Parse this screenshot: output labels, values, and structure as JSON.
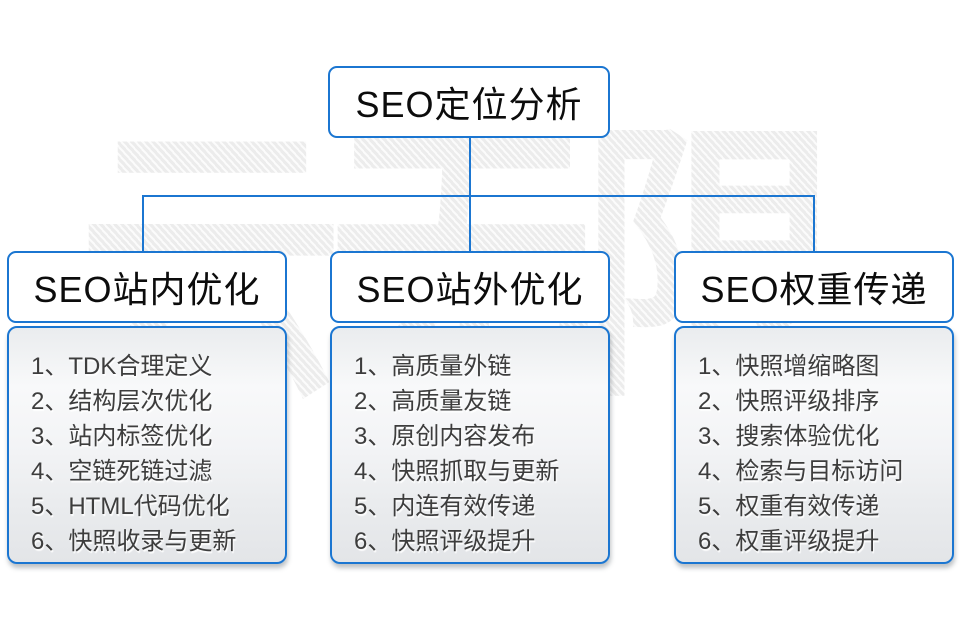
{
  "diagram": {
    "root_label": "SEO定位分析",
    "watermark_text": "云无限",
    "columns": [
      {
        "header": "SEO站内优化",
        "items": [
          "1、TDK合理定义",
          "2、结构层次优化",
          "3、站内标签优化",
          "4、空链死链过滤",
          "5、HTML代码优化",
          "6、快照收录与更新"
        ]
      },
      {
        "header": "SEO站外优化",
        "items": [
          "1、高质量外链",
          "2、高质量友链",
          "3、原创内容发布",
          "4、快照抓取与更新",
          "5、内连有效传递",
          "6、快照评级提升"
        ]
      },
      {
        "header": "SEO权重传递",
        "items": [
          "1、快照增缩略图",
          "2、快照评级排序",
          "3、搜索体验优化",
          "4、检索与目标访问",
          "5、权重有效传递",
          "6、权重评级提升"
        ]
      }
    ],
    "colors": {
      "accent_blue": "#1b76d1",
      "item_text": "#3d3d3d",
      "watermark_gray": "#ececec"
    }
  }
}
